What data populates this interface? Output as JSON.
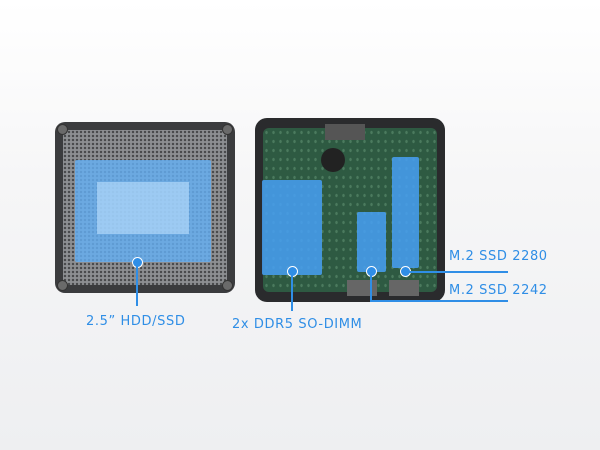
{
  "labels": {
    "hdd": "2.5” HDD/SSD",
    "dimm": "2x DDR5 SO-DIMM",
    "ssd2280": "M.2 SSD 2280",
    "ssd2242": "M.2 SSD 2242"
  },
  "colors": {
    "accent": "#2f8ee6",
    "highlight": "#46a0f5",
    "board": "#2e5a42"
  }
}
